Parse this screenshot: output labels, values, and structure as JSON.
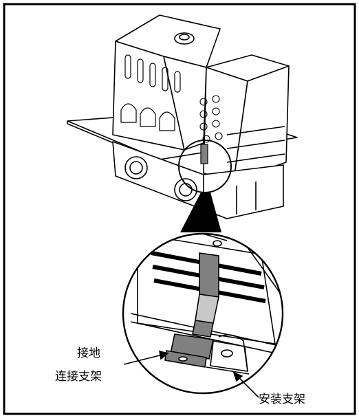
{
  "labels": {
    "ground_bracket_line1": "接地",
    "ground_bracket_line2": "连接支架",
    "mounting_bracket": "安装支架"
  },
  "colors": {
    "line": "#000000",
    "background": "#ffffff",
    "shade": "#808080",
    "light_shade": "#c8c8c8"
  }
}
